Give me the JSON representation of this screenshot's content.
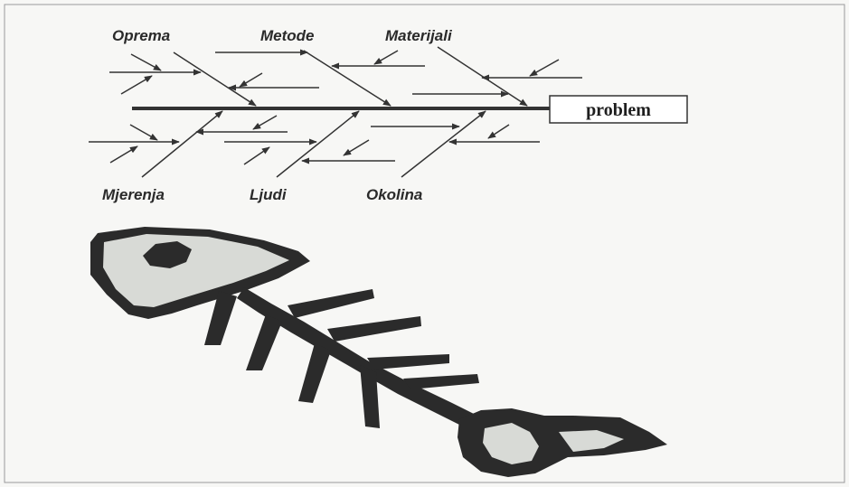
{
  "diagram": {
    "problem_label": "problem",
    "categories": {
      "top": [
        "Oprema",
        "Metode",
        "Materijali"
      ],
      "bottom": [
        "Mjerenja",
        "Ljudi",
        "Okolina"
      ]
    }
  },
  "colors": {
    "ink": "#333333",
    "fish_dark": "#2b2b2b",
    "fish_light": "#d8dad6",
    "background": "#f7f7f5"
  }
}
